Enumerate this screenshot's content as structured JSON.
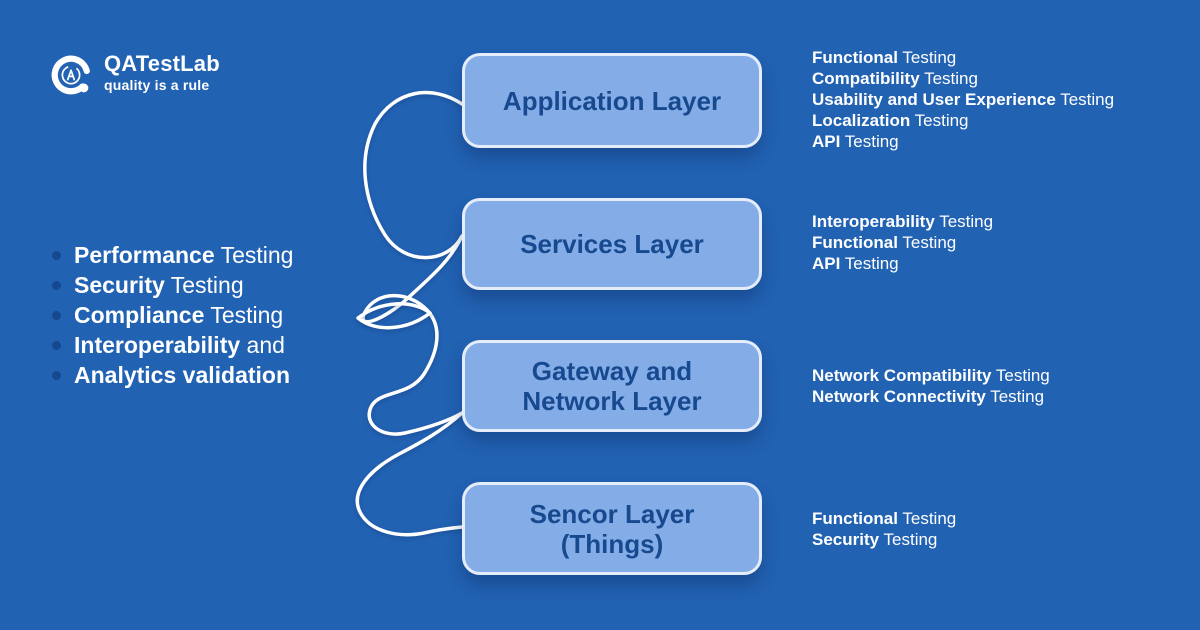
{
  "colors": {
    "background": "#2262b3",
    "box_fill": "#84ade8",
    "box_border": "#e6edfa",
    "navy_text": "#17498f",
    "white_text": "#ffffff"
  },
  "logo": {
    "name": "QATestLab",
    "tagline": "quality is a rule"
  },
  "left_list": {
    "items": [
      {
        "bold": "Performance",
        "rest": " Testing"
      },
      {
        "bold": "Security",
        "rest": " Testing"
      },
      {
        "bold": "Compliance",
        "rest": " Testing"
      },
      {
        "bold": "Interoperability",
        "rest": " and"
      },
      {
        "bold": "Analytics validation",
        "rest": ""
      }
    ]
  },
  "layers": [
    {
      "label": "Application Layer",
      "tests": [
        {
          "bold": "Functional",
          "rest": " Testing"
        },
        {
          "bold": "Compatibility",
          "rest": " Testing"
        },
        {
          "bold": "Usability and User Experience",
          "rest": " Testing"
        },
        {
          "bold": "Localization",
          "rest": " Testing"
        },
        {
          "bold": "API",
          "rest": " Testing"
        }
      ]
    },
    {
      "label": "Services Layer",
      "tests": [
        {
          "bold": "Interoperability",
          "rest": " Testing"
        },
        {
          "bold": "Functional",
          "rest": " Testing"
        },
        {
          "bold": "API",
          "rest": " Testing"
        }
      ]
    },
    {
      "label": "Gateway and\nNetwork Layer",
      "tests": [
        {
          "bold": "Network Compatibility",
          "rest": " Testing"
        },
        {
          "bold": "Network Connectivity",
          "rest": " Testing"
        }
      ]
    },
    {
      "label": "Sencor Layer\n(Things)",
      "tests": [
        {
          "bold": "Functional",
          "rest": " Testing"
        },
        {
          "bold": "Security",
          "rest": " Testing"
        }
      ]
    }
  ]
}
